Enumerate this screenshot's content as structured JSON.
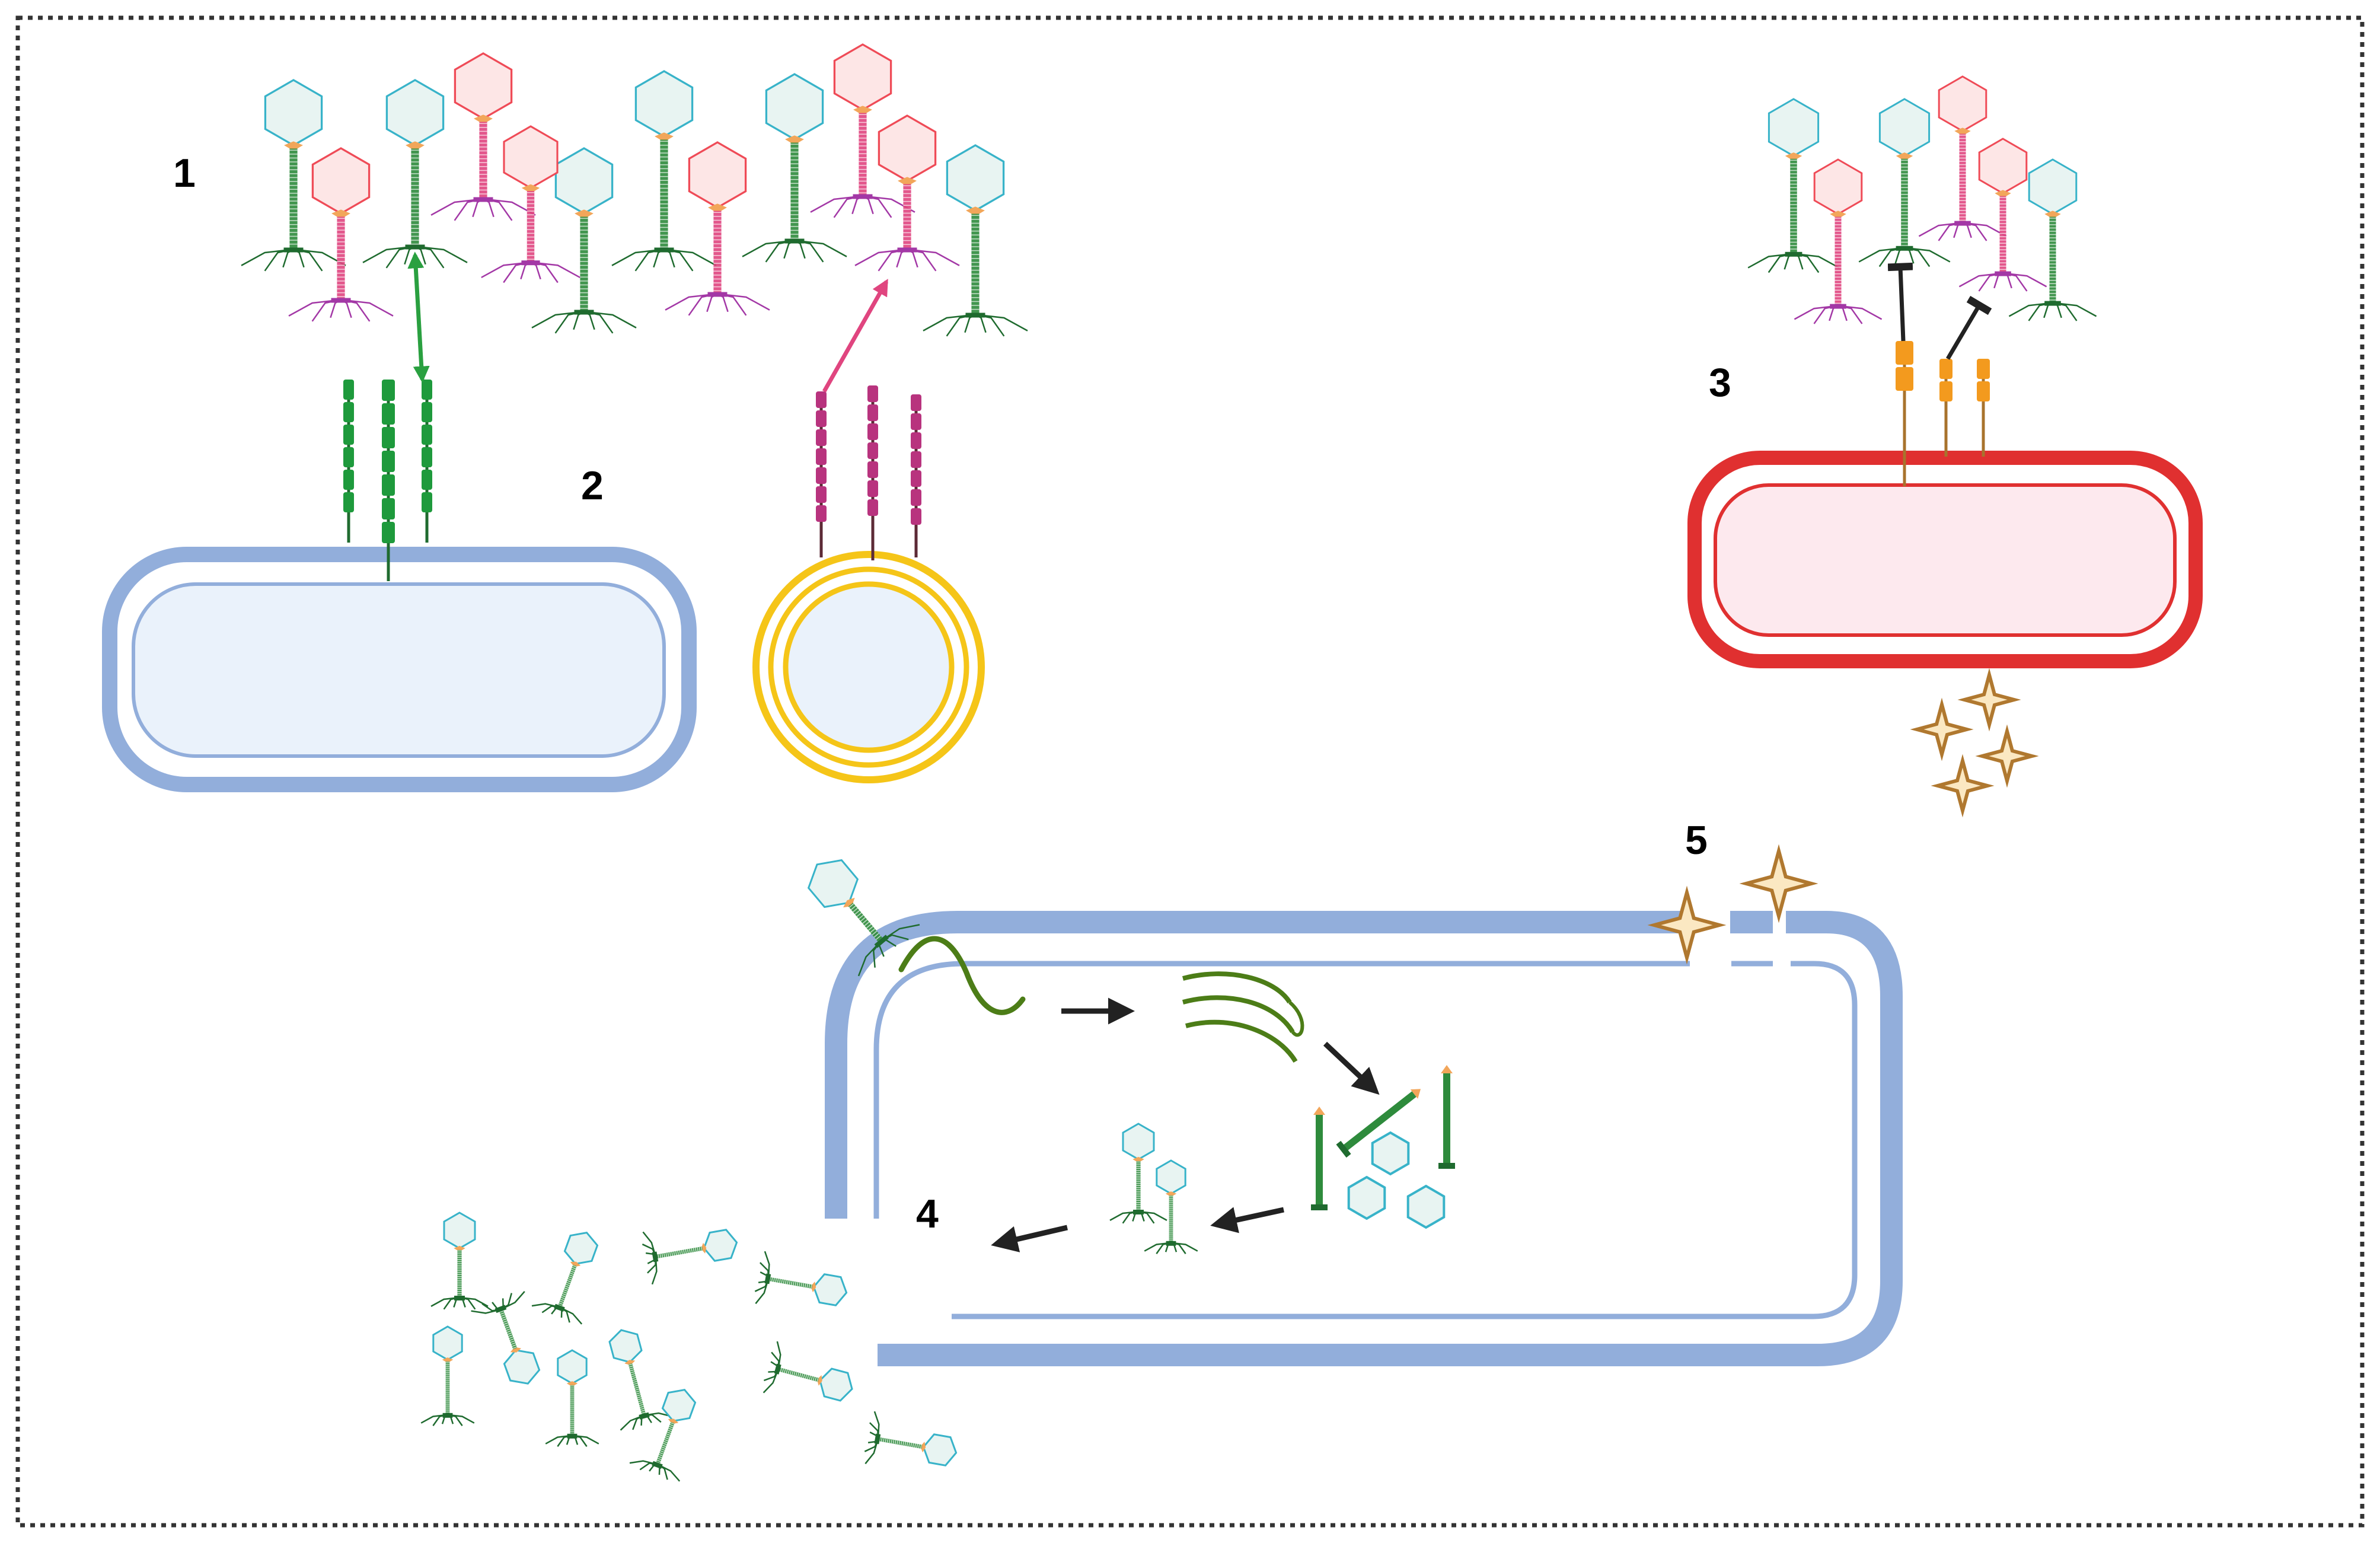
{
  "step_labels": {
    "step_1": "1",
    "step_2": "2",
    "step_3": "3",
    "step_4": "4",
    "step_5": "5"
  },
  "colors": {
    "phage_head_blue": "#38b3c9",
    "phage_head_red": "#ef4b57",
    "phage_tail_green": "#2e8b3c",
    "phage_tail_pink": "#e0457f",
    "phage_fibers_green": "#1f6b2f",
    "phage_fibers_purple": "#a338a6",
    "receptor_green": "#1e9a3c",
    "receptor_magenta": "#b8337e",
    "receptor_orange": "#f39a1e",
    "cell_blue": "#92aedb",
    "cell_blue_fill": "#eaf2fb",
    "cell_yellow": "#f5c518",
    "cell_red": "#e03030",
    "cell_red_fill": "#fde9ee",
    "star_fill": "#fbe8c2",
    "star_stroke": "#b0782f",
    "dna_green": "#4c7d17",
    "frame": "#333333"
  },
  "icons": [
    "phage-icon",
    "receptor-icon",
    "bacterial-cell-icon",
    "lysin-star-icon",
    "phage-dna-icon",
    "phage-capsid-icon",
    "arrow-icon",
    "inhibition-icon"
  ]
}
